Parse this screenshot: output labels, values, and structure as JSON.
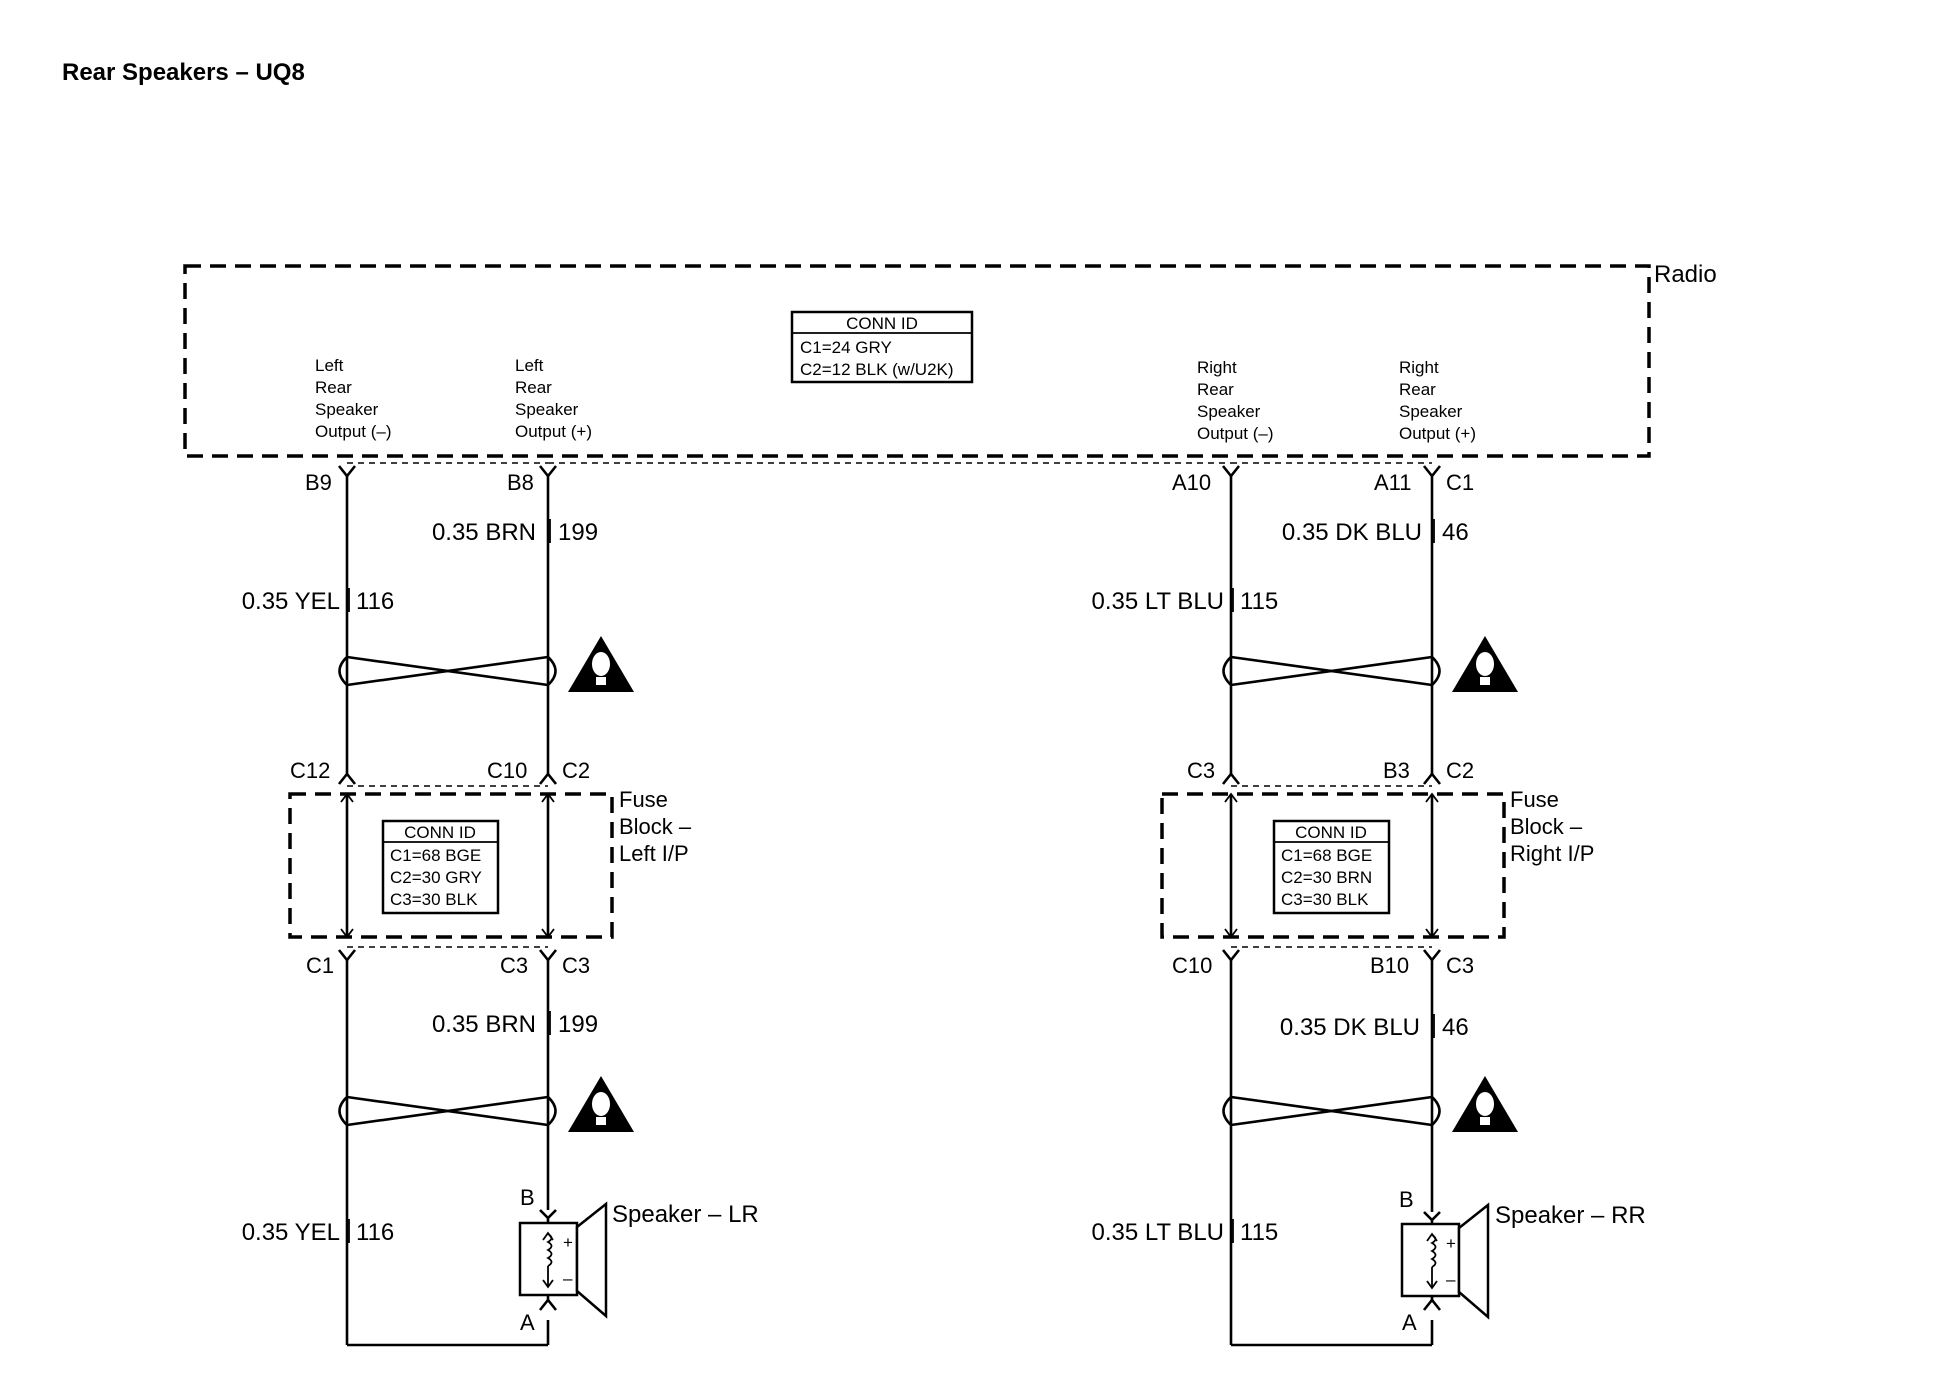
{
  "title": "Rear Speakers – UQ8",
  "radio": {
    "name": "Radio",
    "conn_id": {
      "header": "CONN ID",
      "lines": [
        "C1=24 GRY",
        "C2=12 BLK (w/U2K)"
      ]
    },
    "outputs": [
      {
        "lines": [
          "Left",
          "Rear",
          "Speaker",
          "Output (–)"
        ]
      },
      {
        "lines": [
          "Left",
          "Rear",
          "Speaker",
          "Output (+)"
        ]
      },
      {
        "lines": [
          "Right",
          "Rear",
          "Speaker",
          "Output (–)"
        ]
      },
      {
        "lines": [
          "Right",
          "Rear",
          "Speaker",
          "Output (+)"
        ]
      }
    ],
    "pins": {
      "ll": "B9",
      "lr": "B8",
      "rl": "A10",
      "rr": "A11",
      "rr_conn": "C1"
    }
  },
  "left": {
    "upper_wires": {
      "a": {
        "gauge_color": "0.35 YEL",
        "circuit": "116"
      },
      "b": {
        "gauge_color": "0.35 BRN",
        "circuit": "199"
      }
    },
    "fuse_block": {
      "lines": [
        "Fuse",
        "Block –",
        "Left I/P"
      ],
      "conn_id": {
        "header": "CONN ID",
        "lines": [
          "C1=68 BGE",
          "C2=30 GRY",
          "C3=30 BLK"
        ]
      },
      "top_pins": {
        "a": "C12",
        "b": "C10",
        "conn": "C2"
      },
      "bottom_pins": {
        "a": "C1",
        "b": "C3",
        "conn": "C3"
      }
    },
    "lower_wires": {
      "a": {
        "gauge_color": "0.35 YEL",
        "circuit": "116"
      },
      "b": {
        "gauge_color": "0.35 BRN",
        "circuit": "199"
      }
    },
    "speaker": {
      "name": "Speaker – LR",
      "pin_b": "B",
      "pin_a": "A"
    }
  },
  "right": {
    "upper_wires": {
      "a": {
        "gauge_color": "0.35 LT BLU",
        "circuit": "115"
      },
      "b": {
        "gauge_color": "0.35 DK BLU",
        "circuit": "46"
      }
    },
    "fuse_block": {
      "lines": [
        "Fuse",
        "Block –",
        "Right I/P"
      ],
      "conn_id": {
        "header": "CONN ID",
        "lines": [
          "C1=68 BGE",
          "C2=30 BRN",
          "C3=30 BLK"
        ]
      },
      "top_pins": {
        "a": "C3",
        "b": "B3",
        "conn": "C2"
      },
      "bottom_pins": {
        "a": "C10",
        "b": "B10",
        "conn": "C3"
      }
    },
    "lower_wires": {
      "a": {
        "gauge_color": "0.35 LT BLU",
        "circuit": "115"
      },
      "b": {
        "gauge_color": "0.35 DK BLU",
        "circuit": "46"
      }
    },
    "speaker": {
      "name": "Speaker – RR",
      "pin_b": "B",
      "pin_a": "A"
    }
  },
  "speaker_polarity": {
    "plus": "+",
    "minus": "–"
  }
}
